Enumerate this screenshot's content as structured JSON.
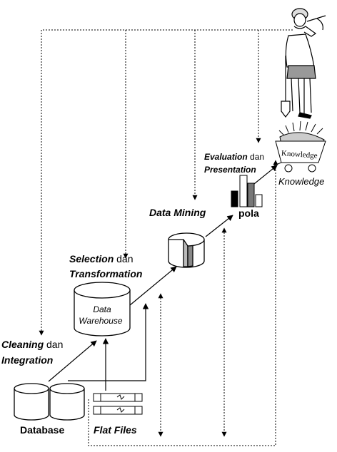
{
  "stages": {
    "cleaning": {
      "bold": "Cleaning",
      "rest": " dan",
      "line2": "Integration"
    },
    "selection": {
      "bold": "Selection",
      "rest": " dan",
      "line2": "Transformation"
    },
    "mining": {
      "label": "Data Mining"
    },
    "evaluation": {
      "bold": "Evaluation",
      "rest": " dan",
      "line2": "Presentation"
    }
  },
  "nodes": {
    "database": "Database",
    "flat_files": "Flat Files",
    "warehouse_line1": "Data",
    "warehouse_line2": "Warehouse",
    "pola": "pola",
    "knowledge": "Knowledge",
    "cart_label": "Knowledge"
  }
}
